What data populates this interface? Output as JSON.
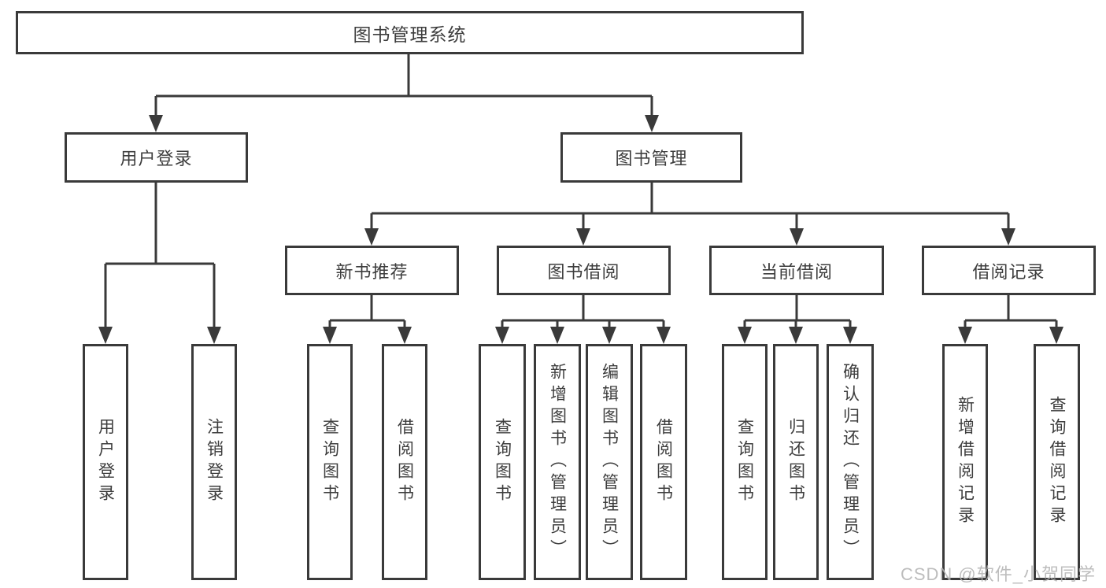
{
  "diagram": {
    "nodes": {
      "root": "图书管理系统",
      "user_login": "用户登录",
      "book_management": "图书管理",
      "new_book_recommend": "新书推荐",
      "book_borrowing": "图书借阅",
      "current_borrowing": "当前借阅",
      "borrowing_records": "借阅记录",
      "leaf_user_login": "用户登录",
      "leaf_logout": "注销登录",
      "leaf_query_book_a": "查询图书",
      "leaf_borrow_book_a": "借阅图书",
      "leaf_query_book_b": "查询图书",
      "leaf_add_book_admin": "新增图书（管理员）",
      "leaf_edit_book_admin": "编辑图书（管理员）",
      "leaf_borrow_book_b": "借阅图书",
      "leaf_query_book_c": "查询图书",
      "leaf_return_book": "归还图书",
      "leaf_confirm_return_admin": "确认归还（管理员）",
      "leaf_add_borrow_record": "新增借阅记录",
      "leaf_query_borrow_record": "查询借阅记录"
    },
    "watermark": "CSDN @软件_小贺同学",
    "colors": {
      "line": "#3a3a3a",
      "text": "#3d3d3d",
      "watermark": "#b2b2b2",
      "background": "#ffffff"
    }
  }
}
